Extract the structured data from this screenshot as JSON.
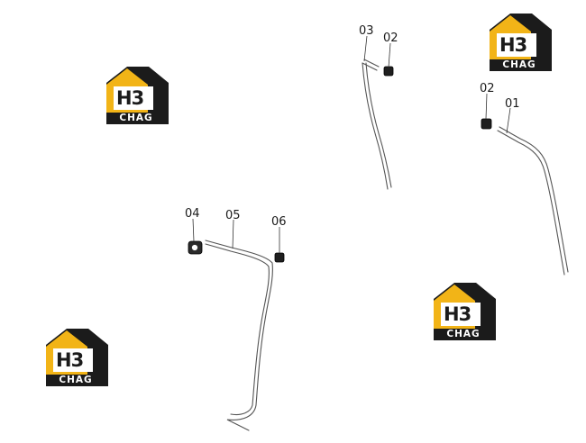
{
  "logo": {
    "brand_top": "H3",
    "brand_bottom": "CHAG",
    "accent_color": "#f2b417",
    "dark_color": "#1b1b1b"
  },
  "parts": {
    "p01": "01",
    "p02a": "02",
    "p02b": "02",
    "p03": "03",
    "p04": "04",
    "p05": "05",
    "p06": "06"
  }
}
